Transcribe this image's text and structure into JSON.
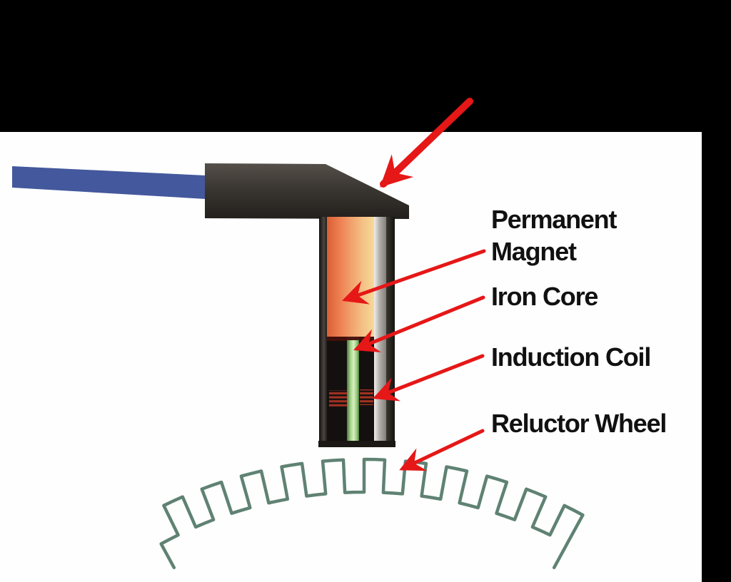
{
  "diagram": {
    "labels": {
      "permanent_magnet": "Permanent Magnet",
      "iron_core": "Iron Core",
      "induction_coil": "Induction Coil",
      "reluctor_wheel": "Reluctor Wheel"
    },
    "annotations": [
      {
        "label": "Permanent Magnet",
        "target": "magnet-body"
      },
      {
        "label": "Iron Core",
        "target": "iron-core-rod"
      },
      {
        "label": "Induction Coil",
        "target": "coil-windings"
      },
      {
        "label": "Reluctor Wheel",
        "target": "reluctor-wheel"
      },
      {
        "label": "",
        "target": "sensor-housing-top"
      }
    ],
    "colors": {
      "background": "#fefefe",
      "letterbox_black": "#000000",
      "arrow_red": "#e61717",
      "wire_blue": "#44589d",
      "case_dark": "#38342f",
      "magnet_orange_start": "#db6336",
      "magnet_orange_end": "#f6d998",
      "core_green": "#9ccf83",
      "coil_red": "#a03122",
      "wheel_teal": "#5f8273"
    }
  }
}
